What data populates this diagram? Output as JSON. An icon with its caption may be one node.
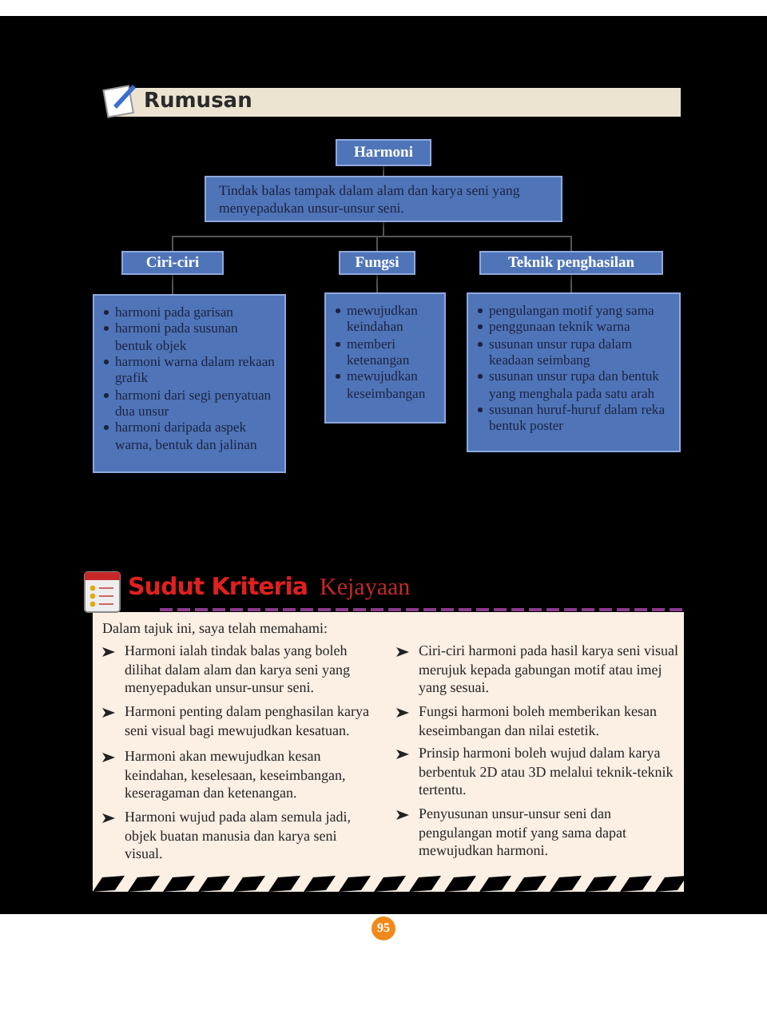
{
  "diagram": {
    "title": "Rumusan",
    "nodes": [
      {
        "text": [
          "Harmoni"
        ]
      },
      {
        "text": [
          "Tindak balas tampak dalam alam dan karya seni yang menyepadukan unsur-unsur seni."
        ]
      },
      {
        "text": [
          "Ciri-ciri"
        ]
      },
      {
        "text": [
          "Fungsi"
        ]
      },
      {
        "text": [
          "Teknik penghasilan"
        ]
      },
      {
        "text": [
          "harmoni pada garisan",
          "harmoni pada susunan bentuk objek",
          "harmoni warna dalam rekaan grafik",
          "harmoni dari segi penyatuan dua unsur",
          "harmoni daripada aspek warna, bentuk dan jalinan"
        ]
      },
      {
        "text": [
          "mewujudkan keindahan",
          "memberi ketenangan",
          "mewujudkan keseimbangan"
        ]
      },
      {
        "text": [
          "pengulangan motif yang sama",
          "penggunaan teknik warna",
          "susunan unsur rupa dalam keadaan seimbang",
          "susunan unsur rupa dan bentuk yang menghala pada satu arah",
          "susunan huruf-huruf dalam reka bentuk poster"
        ]
      }
    ],
    "edges": [
      {
        "from": 0,
        "to": 1,
        "arrow": "none"
      },
      {
        "from": 1,
        "to": 2,
        "arrow": "none"
      },
      {
        "from": 1,
        "to": 3,
        "arrow": "none"
      },
      {
        "from": 1,
        "to": 4,
        "arrow": "none"
      },
      {
        "from": 2,
        "to": 5,
        "arrow": "none"
      },
      {
        "from": 3,
        "to": 6,
        "arrow": "none"
      },
      {
        "from": 4,
        "to": 7,
        "arrow": "none"
      }
    ],
    "labels": [
      "Sudut Kriteria",
      "Kejayaan",
      "Dalam tajuk ini, saya telah memahami:",
      "Harmoni ialah tindak balas yang boleh dilihat dalam alam dan karya seni yang menyepadukan unsur-unsur seni.",
      "Harmoni penting dalam penghasilan karya seni visual bagi mewujudkan kesatuan.",
      "Harmoni akan mewujudkan kesan keindahan, keselesaan, keseimbangan, keseragaman dan ketenangan.",
      "Harmoni wujud pada alam semula jadi, objek buatan manusia dan karya seni visual.",
      "Ciri-ciri harmoni pada hasil karya seni visual merujuk kepada gabungan motif atau imej yang sesuai.",
      "Fungsi harmoni boleh memberikan kesan keseimbangan dan nilai estetik.",
      "Prinsip harmoni boleh wujud dalam karya berbentuk 2D atau 3D melalui teknik-teknik tertentu.",
      "Penyusunan unsur-unsur seni dan pengulangan motif yang sama dapat mewujudkan harmoni.",
      "95"
    ]
  }
}
